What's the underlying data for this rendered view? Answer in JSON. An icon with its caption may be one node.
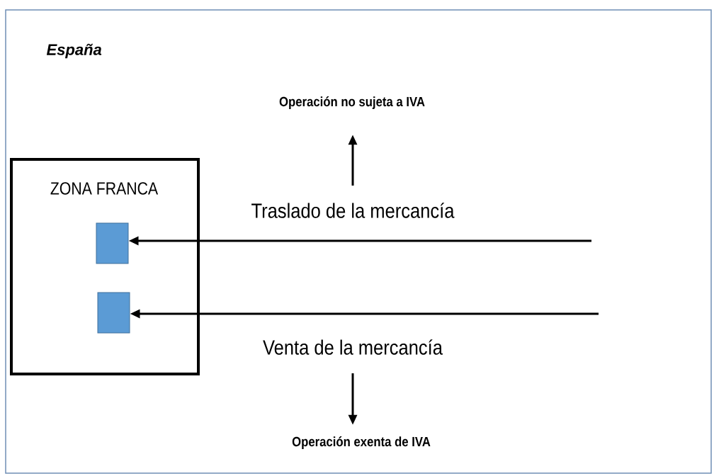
{
  "diagram": {
    "nodes": [
      {
        "text": [
          "España"
        ]
      },
      {
        "text": [
          "Operación no sujeta a IVA"
        ],
        "in": 0
      },
      {
        "text": [
          "ZONA FRANCA"
        ],
        "in": 0
      },
      {
        "text": [
          "Traslado de la mercancía"
        ],
        "in": 0
      },
      {
        "text": [],
        "shape": "box",
        "in": 2
      },
      {
        "text": [],
        "shape": "box",
        "in": 2
      },
      {
        "text": [
          "Venta de la mercancía"
        ],
        "in": 0
      },
      {
        "text": [
          "Operación exenta de IVA"
        ],
        "in": 0
      }
    ],
    "edges": [
      {
        "from": 3,
        "to": 1,
        "arrow": "to"
      },
      {
        "from": null,
        "to": 4,
        "arrow": "to"
      },
      {
        "from": null,
        "to": 5,
        "arrow": "to"
      },
      {
        "from": 6,
        "to": 7,
        "arrow": "to"
      }
    ]
  }
}
